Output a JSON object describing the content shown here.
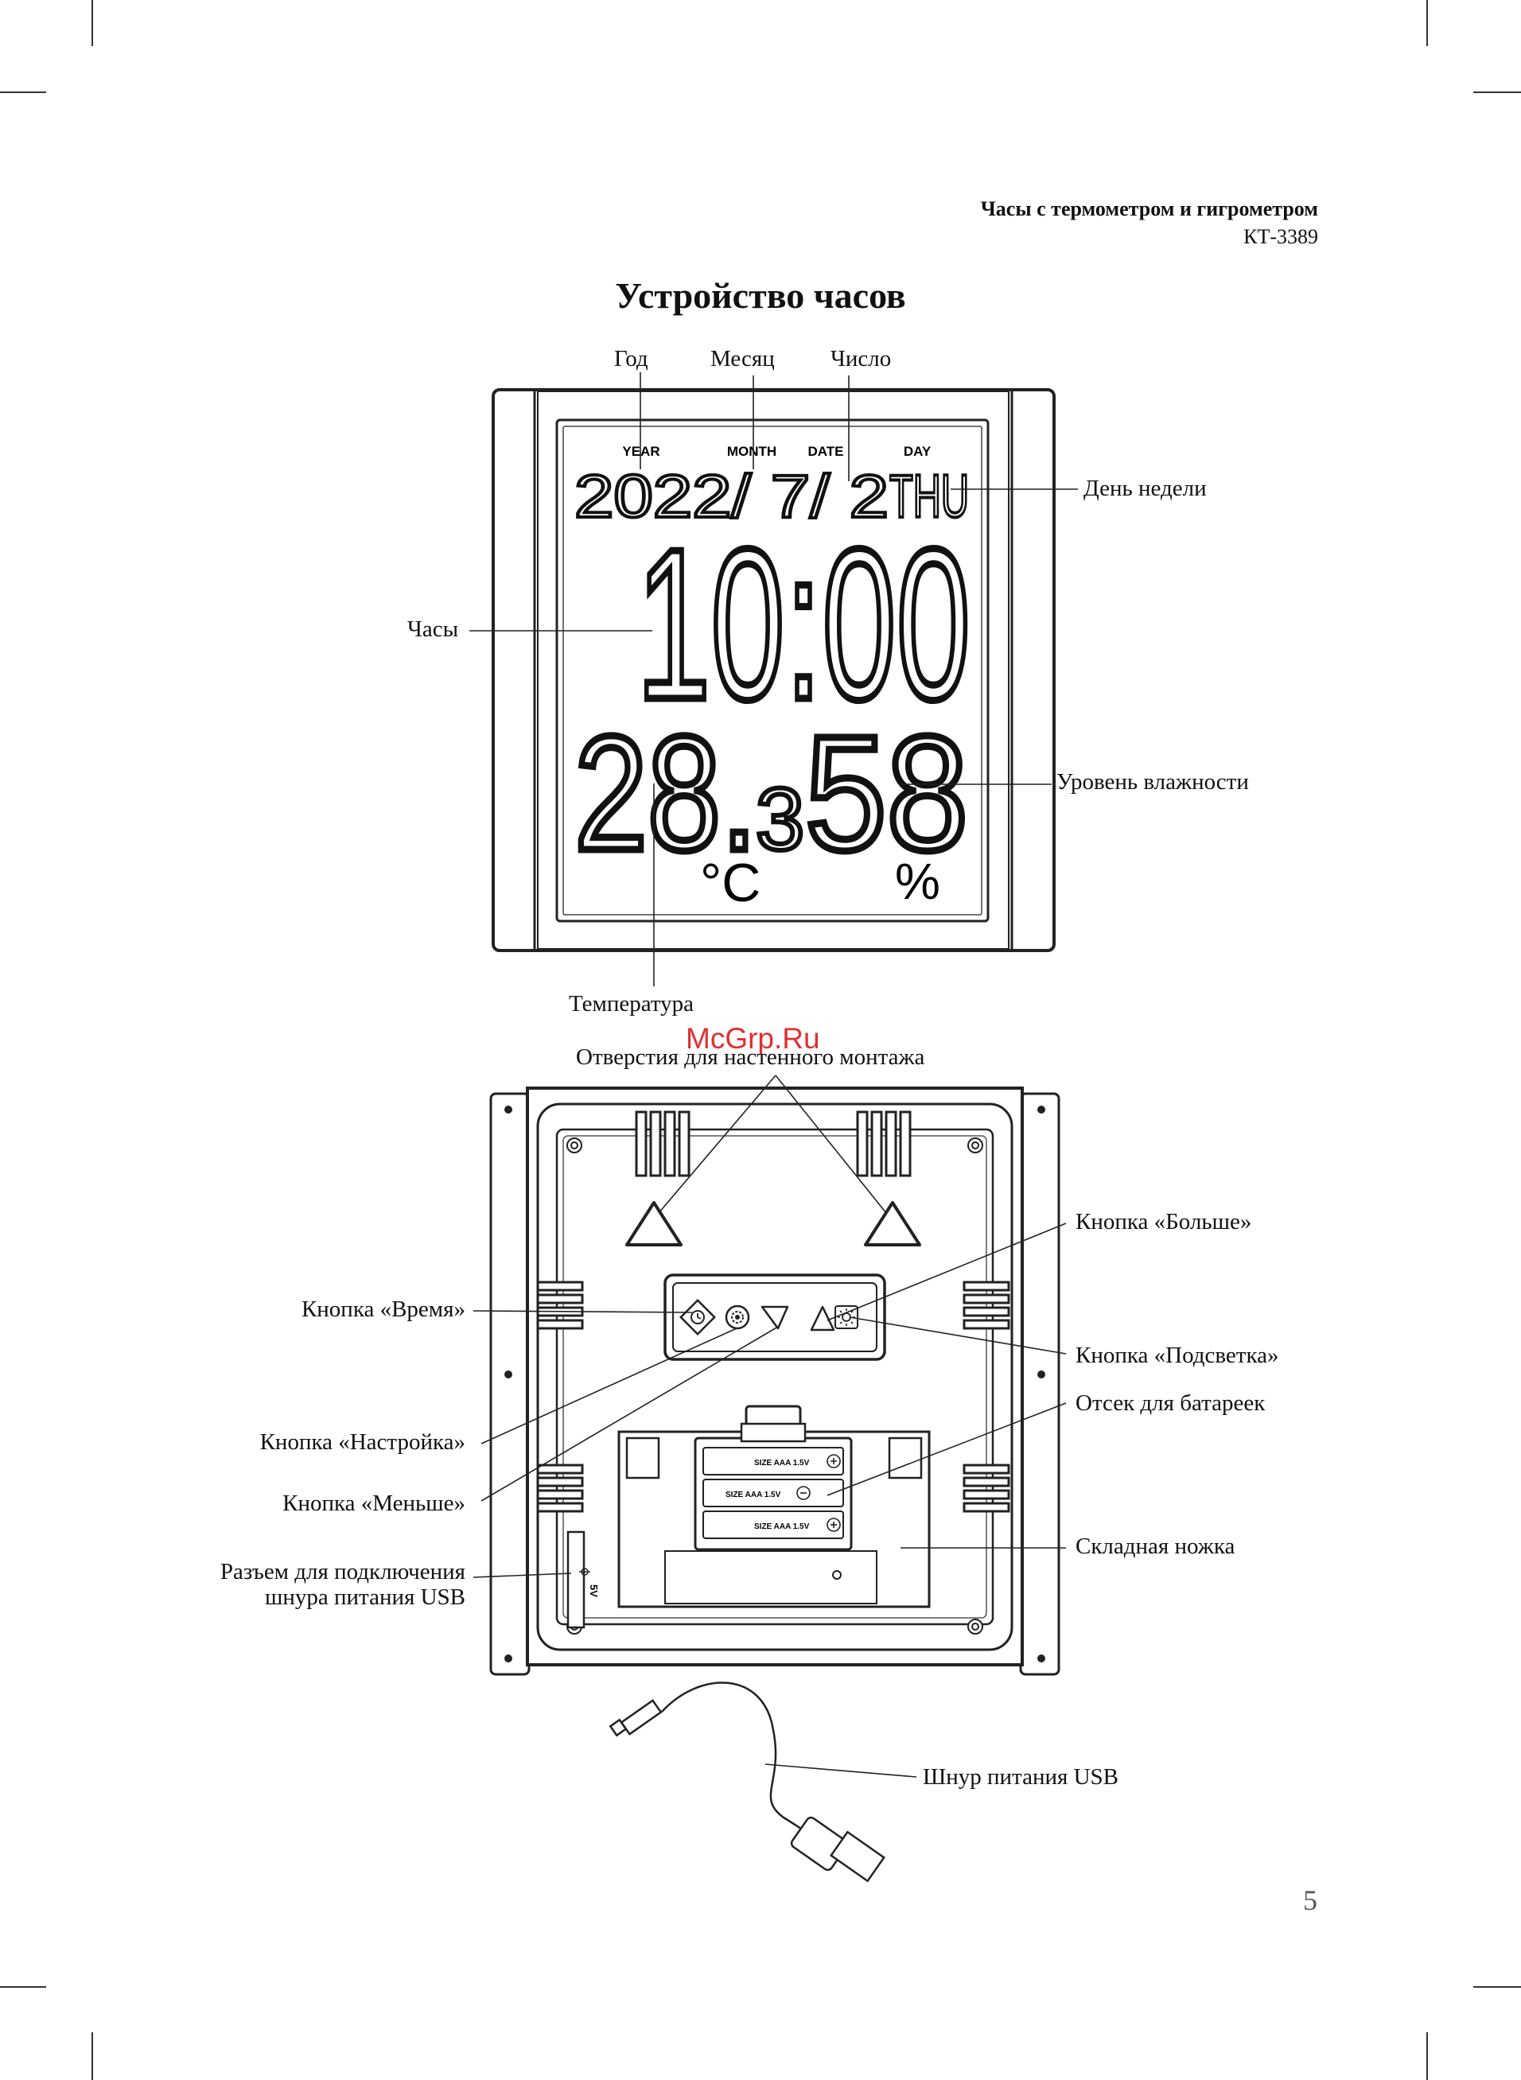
{
  "header": {
    "product_title": "Часы с термометром и гигрометром",
    "model": "КТ-3389"
  },
  "section_title": "Устройство часов",
  "front_view": {
    "lcd": {
      "caption_year": "YEAR",
      "caption_month": "MONTH",
      "caption_date": "DATE",
      "caption_day": "DAY",
      "date_line": "2022/ 7/ 2",
      "weekday": "THU",
      "time": "10:00",
      "temperature_main": "28.",
      "temperature_decimal": "3",
      "temperature_unit": "°C",
      "humidity": "58",
      "humidity_unit": "%"
    },
    "labels": {
      "year": "Год",
      "month": "Месяц",
      "date": "Число",
      "weekday": "День недели",
      "clock": "Часы",
      "humidity": "Уровень влажности",
      "temperature": "Температура"
    }
  },
  "watermark": "McGrp.Ru",
  "back_view": {
    "labels": {
      "mount_holes": "Отверстия для настенного монтажа",
      "btn_up": "Кнопка «Больше»",
      "btn_time": "Кнопка «Время»",
      "btn_light": "Кнопка «Подсветка»",
      "battery": "Отсек для батареек",
      "btn_set": "Кнопка «Настройка»",
      "btn_down": "Кнопка «Меньше»",
      "stand": "Складная ножка",
      "usb_port_line1": "Разъем для подключения",
      "usb_port_line2": "шнура питания USB"
    },
    "battery_cells": [
      "SIZE AAA 1.5V",
      "SIZE AAA 1.5V",
      "SIZE AAA 1.5V"
    ],
    "port_marking": "5V"
  },
  "cable": {
    "label": "Шнур питания USB"
  },
  "page_number": "5",
  "icons": [
    "clock-icon",
    "gear-icon",
    "down-triangle-icon",
    "up-triangle-icon",
    "sun-icon"
  ]
}
